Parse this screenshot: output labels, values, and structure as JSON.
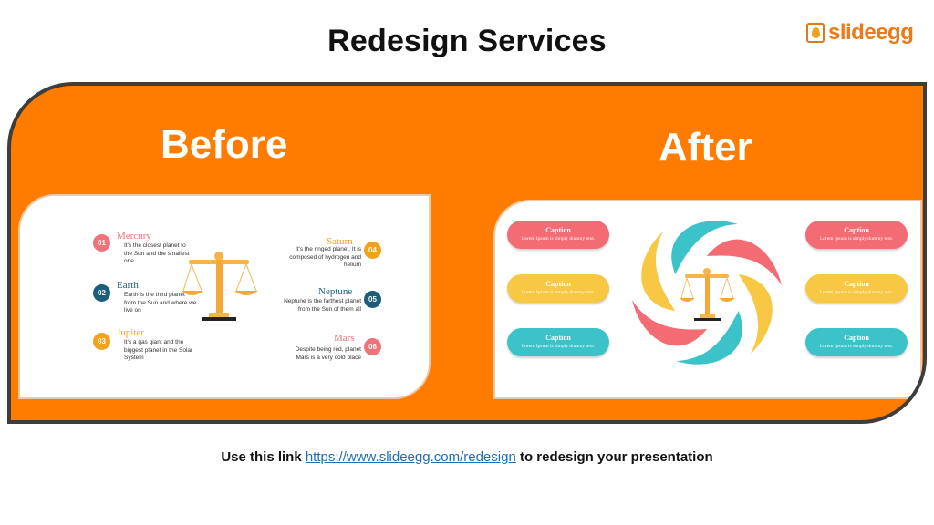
{
  "title": "Redesign Services",
  "logo": {
    "brand": "slideegg",
    "icon": "egg-icon"
  },
  "panel": {
    "before_label": "Before",
    "after_label": "After",
    "colors": {
      "accent": "#ff7c00",
      "border": "#3d3d3d"
    }
  },
  "before_slide": {
    "planets": [
      {
        "num": "01",
        "name": "Mercury",
        "desc": [
          "It's the closest planet to",
          "the Sun and the smallest",
          "one"
        ],
        "color": "#f0727a"
      },
      {
        "num": "02",
        "name": "Earth",
        "desc": [
          "Earth is the third planet",
          "from the Sun and where we",
          "live on"
        ],
        "color": "#1c5e7a"
      },
      {
        "num": "03",
        "name": "Jupiter",
        "desc": [
          "It's a gas giant and the",
          "biggest planet in the Solar",
          "System"
        ],
        "color": "#f1a21c"
      },
      {
        "num": "04",
        "name": "Saturn",
        "desc": [
          "It's the ringed planet. It is",
          "composed of hydrogen and",
          "helium"
        ],
        "color": "#f1a21c"
      },
      {
        "num": "05",
        "name": "Neptune",
        "desc": [
          "Neptune is the farthest planet",
          "from the Sun of them all"
        ],
        "color": "#1c5e7a"
      },
      {
        "num": "06",
        "name": "Mars",
        "desc": [
          "Despite being red, planet",
          "Mars is a very cold place"
        ],
        "color": "#f0727a"
      }
    ]
  },
  "after_slide": {
    "captions": [
      {
        "title": "Caption",
        "text": "Lorem Ipsum is simply dummy text.",
        "color": "#f36b73"
      },
      {
        "title": "Caption",
        "text": "Lorem Ipsum is simply dummy text.",
        "color": "#f8c743"
      },
      {
        "title": "Caption",
        "text": "Lorem Ipsum is simply dummy text.",
        "color": "#3cc3c9"
      },
      {
        "title": "Caption",
        "text": "Lorem Ipsum is simply dummy text.",
        "color": "#f36b73"
      },
      {
        "title": "Caption",
        "text": "Lorem Ipsum is simply dummy text.",
        "color": "#f8c743"
      },
      {
        "title": "Caption",
        "text": "Lorem Ipsum is simply dummy text.",
        "color": "#3cc3c9"
      }
    ]
  },
  "footer": {
    "prefix": "Use this link",
    "link_text": "https://www.slideegg.com/redesign",
    "suffix": "to redesign your presentation"
  }
}
